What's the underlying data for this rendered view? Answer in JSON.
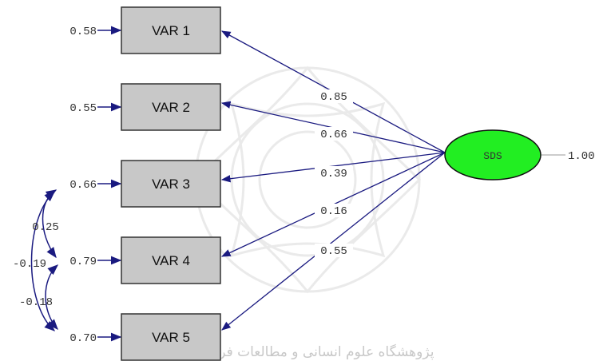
{
  "latent": {
    "label": "SDS",
    "variance": "1.00",
    "fill": "#22ee22"
  },
  "observed": [
    {
      "label": "VAR 1",
      "error": "0.58",
      "loading": "0.85"
    },
    {
      "label": "VAR 2",
      "error": "0.55",
      "loading": "0.66"
    },
    {
      "label": "VAR 3",
      "error": "0.66",
      "loading": "0.39"
    },
    {
      "label": "VAR 4",
      "error": "0.79",
      "loading": "0.16"
    },
    {
      "label": "VAR 5",
      "error": "0.70",
      "loading": "0.55"
    }
  ],
  "covariances": [
    {
      "from": "VAR 3",
      "to": "VAR 4",
      "value": "0.25"
    },
    {
      "from": "VAR 3",
      "to": "VAR 5",
      "value": "-0.19"
    },
    {
      "from": "VAR 4",
      "to": "VAR 5",
      "value": "-0.18"
    }
  ],
  "colors": {
    "arrow": "#1a1a80",
    "box_fill": "#c8c8c8",
    "box_stroke": "#333333"
  },
  "watermark": {
    "text": "پژوهشگاه علوم انسانی و مطالعات فرهنگی"
  }
}
